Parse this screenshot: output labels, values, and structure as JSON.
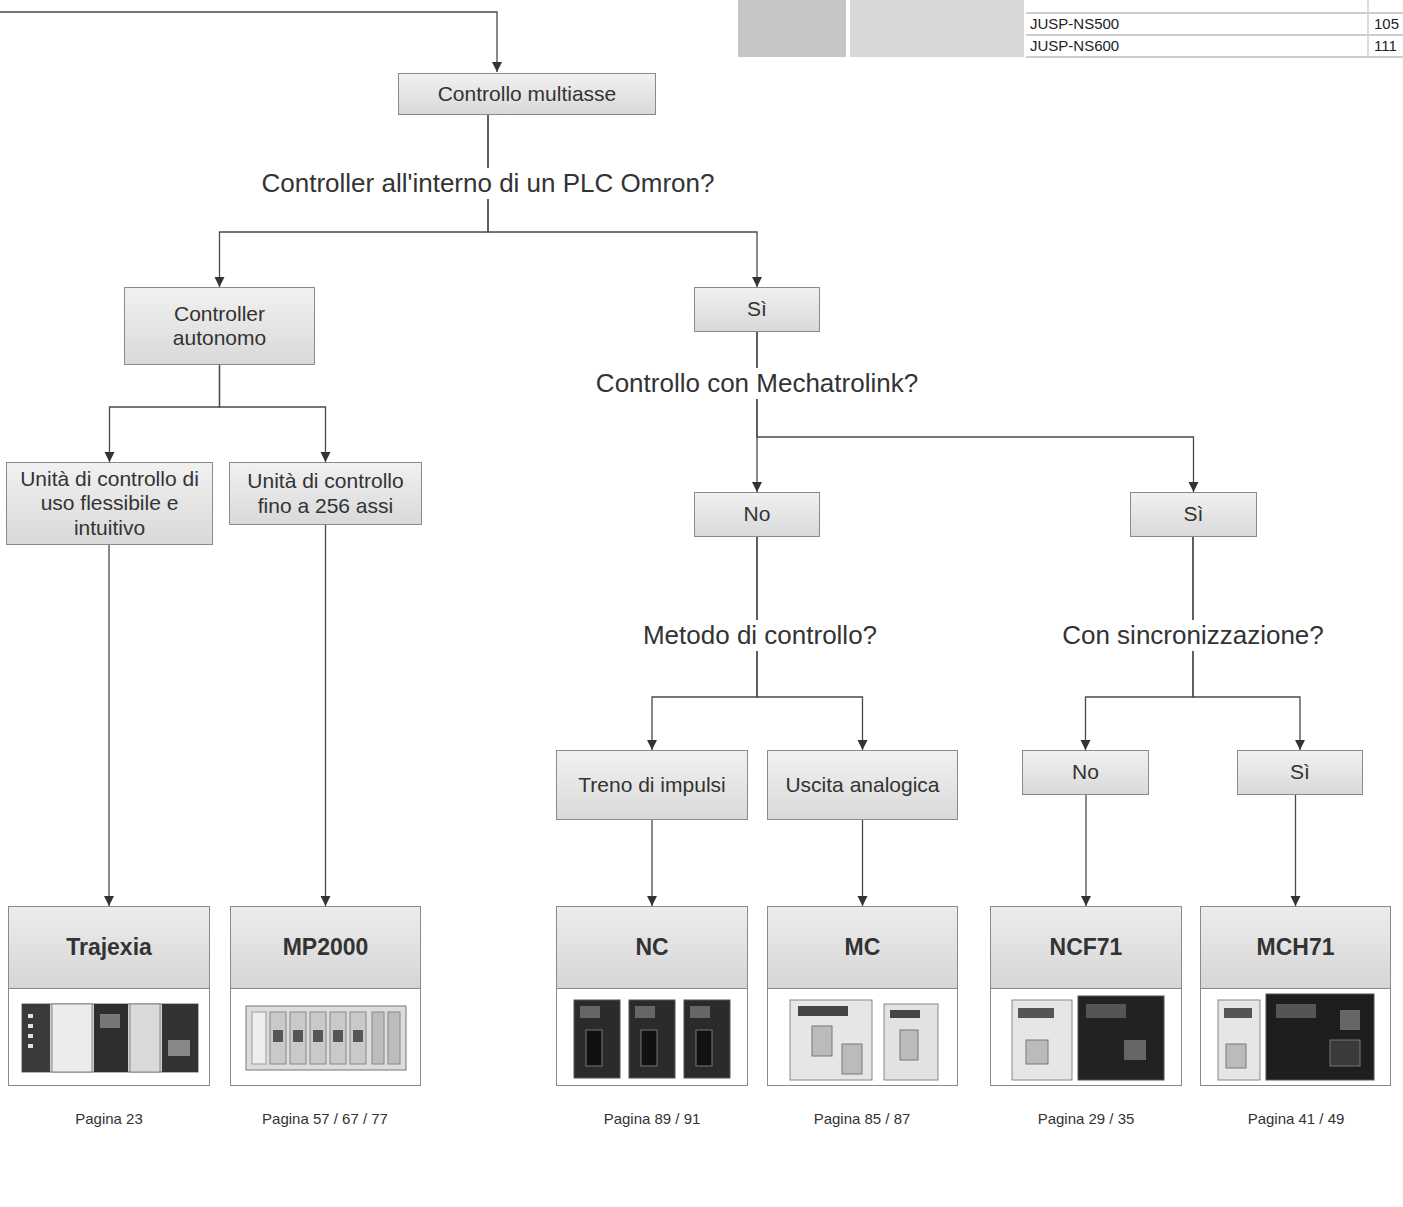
{
  "diagram": {
    "nodes": [
      {
        "text": [
          "Controllo multiasse"
        ]
      },
      {
        "text": [
          "Controller autonomo"
        ]
      },
      {
        "text": [
          "Sì"
        ]
      },
      {
        "text": [
          "Unità di controllo di uso flessibile e intuitivo"
        ]
      },
      {
        "text": [
          "Unità di controllo fino a 256 assi"
        ]
      },
      {
        "text": [
          "No"
        ]
      },
      {
        "text": [
          "Sì"
        ]
      },
      {
        "text": [
          "Treno di impulsi"
        ]
      },
      {
        "text": [
          "Uscita analogica"
        ]
      },
      {
        "text": [
          "No"
        ]
      },
      {
        "text": [
          "Sì"
        ]
      },
      {
        "text": [
          "Trajexia"
        ]
      },
      {
        "text": [
          "MP2000"
        ]
      },
      {
        "text": [
          "NC"
        ]
      },
      {
        "text": [
          "MC"
        ]
      },
      {
        "text": [
          "NCF71"
        ]
      },
      {
        "text": [
          "MCH71"
        ]
      }
    ],
    "edges": [
      {
        "from": 0,
        "to": 1,
        "arrow": "to"
      },
      {
        "from": 0,
        "to": 2,
        "arrow": "to"
      },
      {
        "from": 1,
        "to": 3,
        "arrow": "to"
      },
      {
        "from": 1,
        "to": 4,
        "arrow": "to"
      },
      {
        "from": 2,
        "to": 5,
        "arrow": "to"
      },
      {
        "from": 2,
        "to": 6,
        "arrow": "to"
      },
      {
        "from": 5,
        "to": 7,
        "arrow": "to"
      },
      {
        "from": 5,
        "to": 8,
        "arrow": "to"
      },
      {
        "from": 6,
        "to": 9,
        "arrow": "to"
      },
      {
        "from": 6,
        "to": 10,
        "arrow": "to"
      },
      {
        "from": 3,
        "to": 11,
        "arrow": "to"
      },
      {
        "from": 4,
        "to": 12,
        "arrow": "to"
      },
      {
        "from": 7,
        "to": 13,
        "arrow": "to"
      },
      {
        "from": 8,
        "to": 14,
        "arrow": "to"
      },
      {
        "from": 9,
        "to": 15,
        "arrow": "to"
      },
      {
        "from": 10,
        "to": 16,
        "arrow": "to"
      }
    ],
    "labels": [
      "JUSP-NS500",
      "105",
      "JUSP-NS600",
      "111",
      "Controller all'interno di un PLC Omron?",
      "Controllo con Mechatrolink?",
      "Metodo di controllo?",
      "Con sincronizzazione?",
      "Pagina 23",
      "Pagina 57 / 67 / 77",
      "Pagina 89 / 91",
      "Pagina 85 / 87",
      "Pagina 29 / 35",
      "Pagina 41 / 49"
    ]
  }
}
